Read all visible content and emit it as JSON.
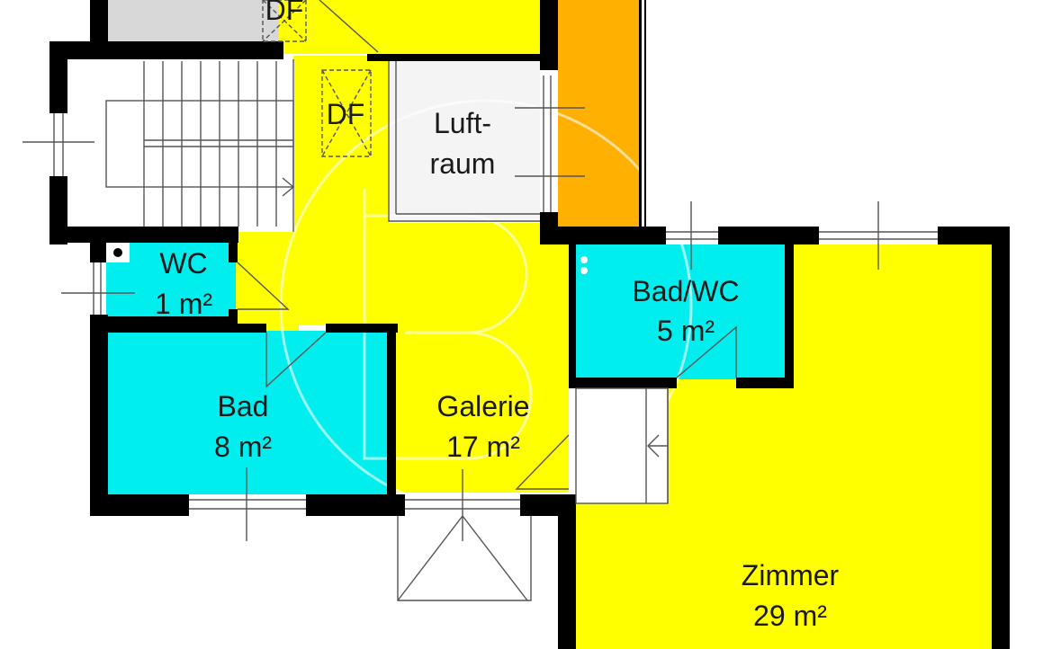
{
  "colors": {
    "wall": "#000000",
    "corridor": "#ffff00",
    "wet_room": "#00eeee",
    "chimney": "#ffb000",
    "stair_area": "#d8d8d8",
    "open_space": "#ffffff",
    "lines": "#555555",
    "watermark": "#ffffff"
  },
  "labels": {
    "df_top": "DF",
    "df_mid": "DF"
  },
  "rooms": [
    {
      "id": "luftraum",
      "name": "Luft-",
      "name2": "raum"
    },
    {
      "id": "wc",
      "name": "WC",
      "area": "1 m²"
    },
    {
      "id": "bad_wc",
      "name": "Bad/WC",
      "area": "5 m²"
    },
    {
      "id": "bad",
      "name": "Bad",
      "area": "8 m²"
    },
    {
      "id": "galerie",
      "name": "Galerie",
      "area": "17 m²"
    },
    {
      "id": "zimmer",
      "name": "Zimmer",
      "area": "29 m²"
    }
  ]
}
